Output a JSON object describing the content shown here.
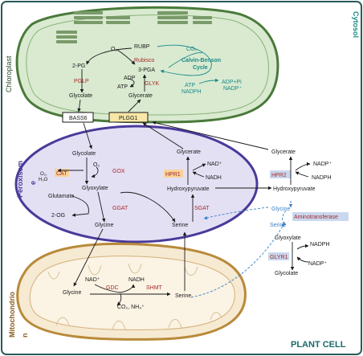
{
  "compartments": {
    "cytosol": "Cytosol",
    "chloroplast": "Chloroplast",
    "peroxisome": "Peroxisom\ne",
    "mitochondrion": "Mitochondrio\nn",
    "plant_cell": "PLANT CELL"
  },
  "chloroplast": {
    "o2": "O₂",
    "rubp": "RUBP",
    "co2": "CO₂",
    "two_pg": "2-PG",
    "rubisco": "Rubisco",
    "three_pga": "3-PGA",
    "calvin": "Calvin-Benson\nCycle",
    "adp": "ADP",
    "pglp": "PGLP",
    "atp": "ATP",
    "glyk": "GLYK",
    "atp_nadph": "ATP\nNADPH",
    "adp_pi_nadp": "ADP+Pi\nNADP⁺",
    "glycolate": "Glycolate",
    "glycerate": "Glycerate",
    "bass6": "BASS6",
    "plgg1": "PLGG1"
  },
  "peroxisome": {
    "glycolate": "Glycolate",
    "glycerate": "Glycerate",
    "o2": "O₂",
    "gox": "GOX",
    "nad_plus": "NAD⁺",
    "o2_h2o": "O₂,\nH₂O",
    "cat": "CAT",
    "hpr1": "HPR1",
    "nadh": "NADH",
    "glyoxylate": "Glyoxylate",
    "hydroxypyruvate": "Hydroxypyruvate",
    "glutamate": "Glutamate",
    "ggat": "GGAT",
    "sgat": "SGAT",
    "two_og": "2-OG",
    "glycine": "Glycine",
    "serine": "Serine"
  },
  "cytosol": {
    "glycerate": "Glycerate",
    "nadp_plus": "NADP⁺",
    "hpr2": "HPR2",
    "nadph": "NADPH",
    "hydroxypyruvate": "Hydroxypyruvate",
    "glycine": "Glycine",
    "serine": "Serine",
    "aminotransferase": "Aminotransferase",
    "glyoxylate": "Glyoxylate",
    "nadph2": "NADPH",
    "glyr1": "GLYR1",
    "nadp_plus2": "NADP⁺",
    "glycolate": "Glycolate"
  },
  "mitochondrion": {
    "nad_plus": "NAD⁺",
    "nadh": "NADH",
    "glycine": "Glycine",
    "gdc": "GDC",
    "shmt": "SHMT",
    "serine": "Serine",
    "co2_nh4": "CO₂, NH₄⁺"
  },
  "colors": {
    "chloroplast_fill": "#d9ead0",
    "chloroplast_stroke": "#4a7a3a",
    "peroxisome_fill": "#e4e0f4",
    "peroxisome_stroke": "#4a3a9a",
    "mitochondrion_fill": "#f6ead2",
    "mitochondrion_stroke": "#b88a3a",
    "cell_border": "#2a5a5a",
    "enzyme": "#a52a2a",
    "teal": "#1a8a8a",
    "blue": "#3a7fc4"
  }
}
